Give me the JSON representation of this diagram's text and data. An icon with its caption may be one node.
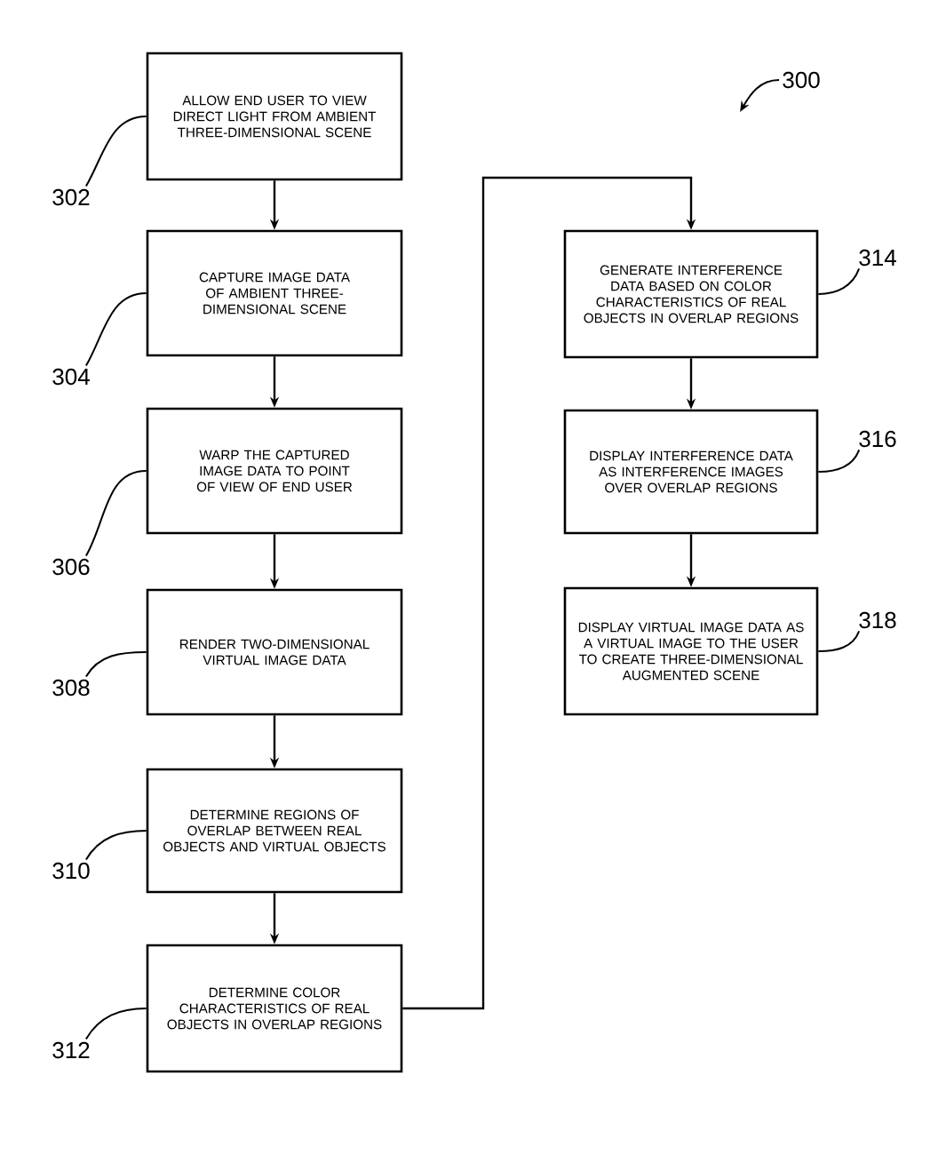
{
  "diagram": {
    "nodes": [
      {
        "text": [
          "ALLOW END USER TO VIEW DIRECT LIGHT FROM AMBIENT THREE-DIMENSIONAL SCENE"
        ]
      },
      {
        "text": [
          "CAPTURE IMAGE DATA OF AMBIENT THREE-DIMENSIONAL SCENE"
        ]
      },
      {
        "text": [
          "WARP THE CAPTURED IMAGE DATA TO POINT OF VIEW OF END USER"
        ]
      },
      {
        "text": [
          "RENDER TWO-DIMENSIONAL VIRTUAL IMAGE DATA"
        ]
      },
      {
        "text": [
          "DETERMINE REGIONS OF OVERLAP BETWEEN REAL OBJECTS AND VIRTUAL OBJECTS"
        ]
      },
      {
        "text": [
          "DETERMINE COLOR CHARACTERISTICS OF REAL OBJECTS IN OVERLAP REGIONS"
        ]
      },
      {
        "text": [
          "GENERATE INTERFERENCE DATA BASED ON COLOR CHARACTERISTICS OF REAL OBJECTS IN OVERLAP REGIONS"
        ]
      },
      {
        "text": [
          "DISPLAY INTERFERENCE DATA AS INTERFERENCE IMAGES OVER OVERLAP REGIONS"
        ]
      },
      {
        "text": [
          "DISPLAY VIRTUAL IMAGE DATA AS A VIRTUAL IMAGE TO THE USER TO CREATE THREE-DIMENSIONAL AUGMENTED SCENE"
        ]
      },
      {
        "text": [
          "302"
        ]
      },
      {
        "text": [
          "304"
        ]
      },
      {
        "text": [
          "306"
        ]
      },
      {
        "text": [
          "308"
        ]
      },
      {
        "text": [
          "310"
        ]
      },
      {
        "text": [
          "312"
        ]
      },
      {
        "text": [
          "314"
        ]
      },
      {
        "text": [
          "316"
        ]
      },
      {
        "text": [
          "318"
        ]
      },
      {
        "text": [
          "300"
        ]
      }
    ],
    "edges": [
      {
        "from": 0,
        "to": 1,
        "arrow": "to"
      },
      {
        "from": 1,
        "to": 2,
        "arrow": "to"
      },
      {
        "from": 2,
        "to": 3,
        "arrow": "to"
      },
      {
        "from": 3,
        "to": 4,
        "arrow": "to"
      },
      {
        "from": 4,
        "to": 5,
        "arrow": "to"
      },
      {
        "from": 5,
        "to": 6,
        "arrow": "to"
      },
      {
        "from": 6,
        "to": 7,
        "arrow": "to"
      },
      {
        "from": 7,
        "to": 8,
        "arrow": "to"
      },
      {
        "from": 9,
        "to": 0,
        "arrow": "none"
      },
      {
        "from": 10,
        "to": 1,
        "arrow": "none"
      },
      {
        "from": 11,
        "to": 2,
        "arrow": "none"
      },
      {
        "from": 12,
        "to": 3,
        "arrow": "none"
      },
      {
        "from": 13,
        "to": 4,
        "arrow": "none"
      },
      {
        "from": 14,
        "to": 5,
        "arrow": "none"
      },
      {
        "from": 15,
        "to": 6,
        "arrow": "none"
      },
      {
        "from": 16,
        "to": 7,
        "arrow": "none"
      },
      {
        "from": 17,
        "to": 8,
        "arrow": "none"
      },
      {
        "from": 18,
        "to": null,
        "arrow": "to"
      }
    ]
  }
}
